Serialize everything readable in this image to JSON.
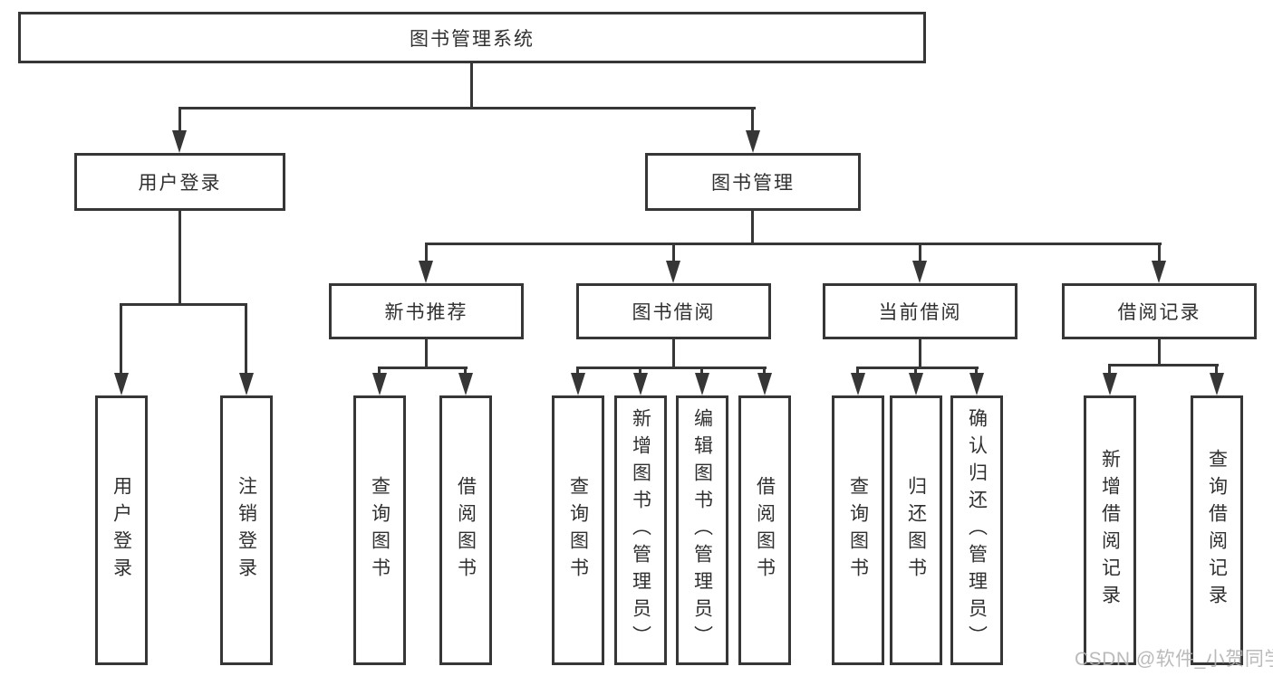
{
  "colors": {
    "line": "#363636",
    "text": "#303030",
    "watermark": "#b3b3b3",
    "background": "#ffffff"
  },
  "watermark": {
    "text": "CSDN @软件_小贺同学"
  },
  "tree": {
    "root": {
      "label": "图书管理系统"
    },
    "level2": [
      {
        "label": "用户登录",
        "children": [
          "用户登录",
          "注销登录"
        ]
      },
      {
        "label": "图书管理",
        "children": [
          {
            "label": "新书推荐",
            "children": [
              "查询图书",
              "借阅图书"
            ]
          },
          {
            "label": "图书借阅",
            "children": [
              "查询图书",
              "新增图书（管理员）",
              "编辑图书（管理员）",
              "借阅图书"
            ]
          },
          {
            "label": "当前借阅",
            "children": [
              "查询图书",
              "归还图书",
              "确认归还（管理员）"
            ]
          },
          {
            "label": "借阅记录",
            "children": [
              "新增借阅记录",
              "查询借阅记录"
            ]
          }
        ]
      }
    ]
  }
}
